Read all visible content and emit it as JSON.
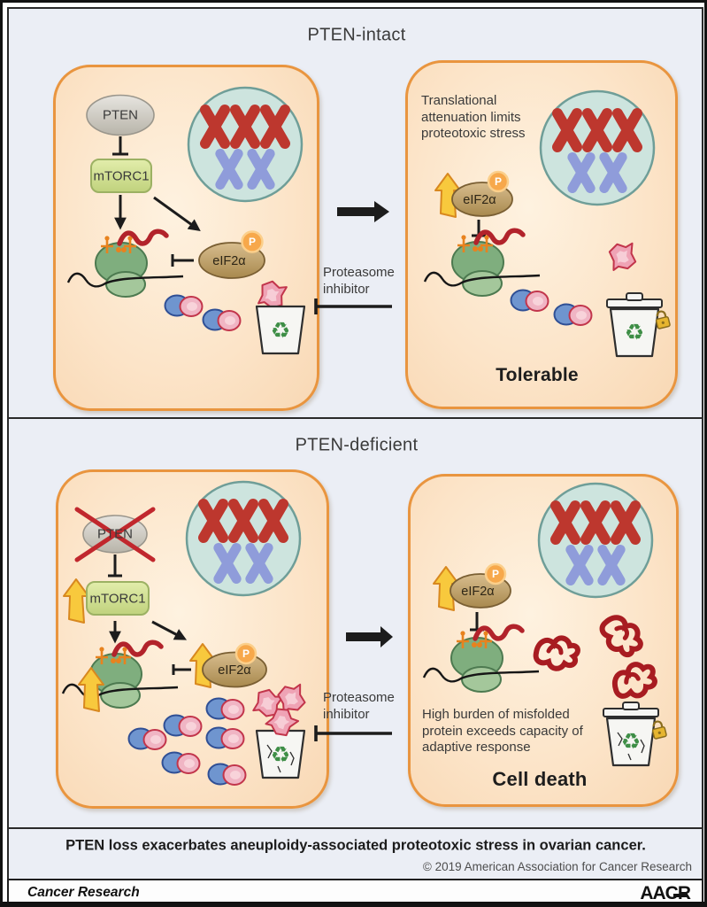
{
  "panel_intact": {
    "title": "PTEN-intact",
    "right_cell_note": "Translational attenuation limits proteotoxic stress",
    "outcome": "Tolerable"
  },
  "panel_deficient": {
    "title": "PTEN-deficient",
    "right_cell_note": "High burden of misfolded protein exceeds capacity of adaptive response",
    "outcome": "Cell death"
  },
  "labels": {
    "pten": "PTEN",
    "mtorc1": "mTORC1",
    "eif2a": "eIF2α",
    "phospho": "P",
    "proteasome_inhibitor": "Proteasome\ninhibitor"
  },
  "caption": {
    "title": "PTEN loss exacerbates aneuploidy-associated proteotoxic stress in ovarian cancer.",
    "copyright": "© 2019 American Association for Cancer Research"
  },
  "footer": {
    "journal": "Cancer Research",
    "logo": "AACR"
  },
  "icons": {
    "recycle_glyph": "♻"
  },
  "colors": {
    "cell_border": "#e9953f",
    "cell_fill": "#fce4c8",
    "panel_bg": "#ebeef5",
    "nucleus_fill": "#cde4de",
    "nucleus_border": "#6f9e98",
    "chromosome_red": "#bd372e",
    "chromosome_blue": "#8f9cda",
    "mtorc1_fill": "#cfdf93",
    "eif2a_fill": "#c0a269",
    "phospho_fill": "#f7a84b",
    "ribosome_green": "#7fae7e",
    "dimer_blue": "#6f95cf",
    "dimer_pink": "#f0b5c4",
    "misfolded_pink": "#efa3b5",
    "aggregate_red": "#a81c21",
    "highlight_arrow_yellow": "#f8c93d",
    "recycle_green": "#3e8e46",
    "padlock_gold": "#e6b52f",
    "black_arrow": "#1c1c1c"
  }
}
